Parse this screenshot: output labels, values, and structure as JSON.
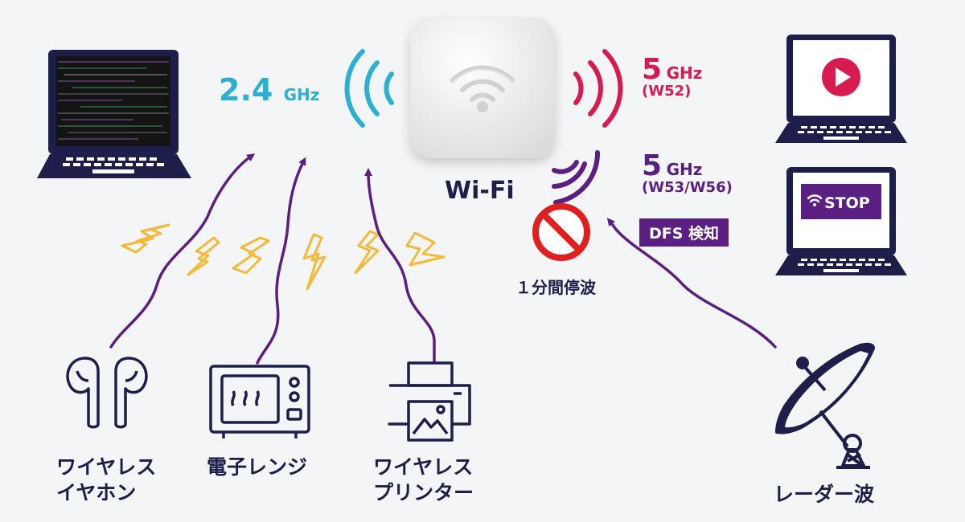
{
  "router": {
    "label": "Wi-Fi"
  },
  "bands": {
    "b24": {
      "num": "2.4",
      "unit": "GHz"
    },
    "w52": {
      "num": "5",
      "unit": "GHz",
      "sub": "(W52)"
    },
    "w5356": {
      "num": "5",
      "unit": "GHz",
      "sub": "(W53/W56)",
      "badge": "DFS 検知"
    }
  },
  "stop_text": "STOP",
  "halt_label": "１分間停波",
  "devices": {
    "earphones": [
      "ワイヤレス",
      "イヤホン"
    ],
    "microwave": [
      "電子レンジ"
    ],
    "printer": [
      "ワイヤレス",
      "プリンター"
    ],
    "radar": [
      "レーダー波"
    ]
  },
  "colors": {
    "navy": "#1d1f4a",
    "cyan": "#2bb0d4",
    "magenta": "#d81b4f",
    "purple": "#5b1e82",
    "yellow": "#f5b93a",
    "no_sign": "#e0201e"
  }
}
